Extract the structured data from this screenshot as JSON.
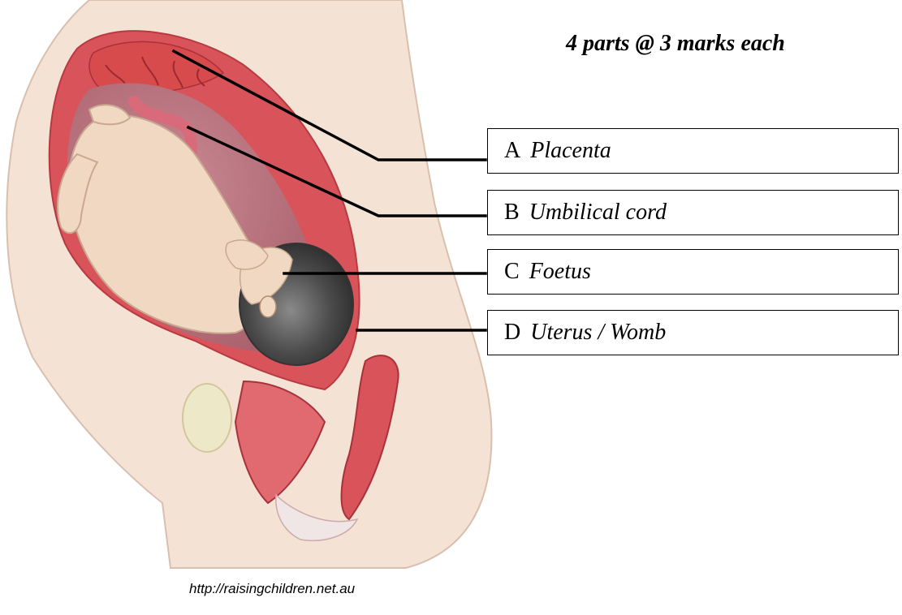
{
  "heading": "4 parts @ 3 marks each",
  "labels": [
    {
      "letter": "A",
      "answer": "Placenta"
    },
    {
      "letter": "B",
      "answer": "Umbilical cord"
    },
    {
      "letter": "C",
      "answer": "Foetus"
    },
    {
      "letter": "D",
      "answer": "Uterus / Womb"
    }
  ],
  "credit": "http://raisingchildren.net.au",
  "colors": {
    "skin": "#f4e3d5",
    "uterus_wall": "#d9535a",
    "placenta": "#d84b4c",
    "foetus": "#f1d8c2",
    "head_hair": "#555555",
    "leader_line": "#000000"
  }
}
